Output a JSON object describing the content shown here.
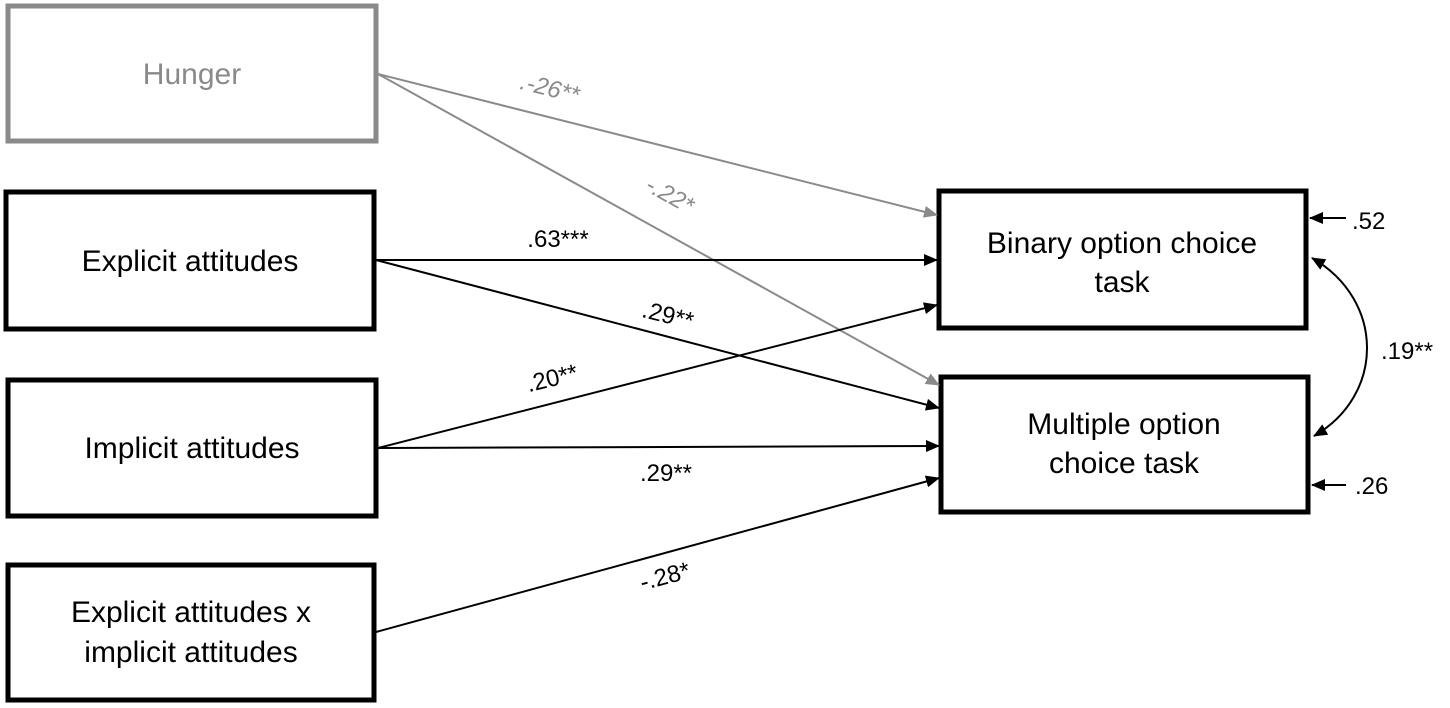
{
  "nodes": {
    "hunger": {
      "lines": [
        "Hunger"
      ]
    },
    "explicit": {
      "lines": [
        "Explicit attitudes"
      ]
    },
    "implicit": {
      "lines": [
        "Implicit attitudes"
      ]
    },
    "interaction": {
      "lines": [
        "Explicit attitudes x",
        "implicit attitudes"
      ]
    },
    "binary": {
      "lines": [
        "Binary option choice",
        "task"
      ]
    },
    "multiple": {
      "lines": [
        "Multiple option",
        "choice task"
      ]
    }
  },
  "paths": {
    "hunger_binary": ".-26**",
    "hunger_multiple": "-.22*",
    "explicit_binary": ".63***",
    "explicit_multiple": ".29**",
    "implicit_binary": ".20**",
    "implicit_multiple": ".29**",
    "interaction_multiple": "-.28*"
  },
  "residuals": {
    "binary": ".52",
    "multiple": ".26"
  },
  "covariance": ".19**",
  "colors": {
    "main": "#000000",
    "secondary": "#8a8a8a"
  }
}
